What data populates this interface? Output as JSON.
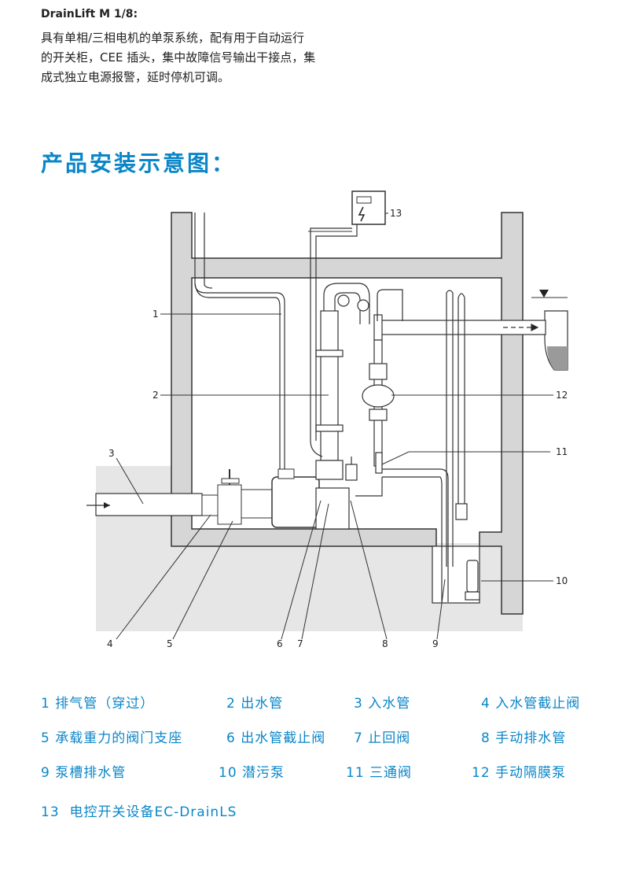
{
  "header": {
    "model": "DrainLift M 1/8:",
    "description_lines": [
      "具有单相/三相电机的单泵系统，配有用于自动运行",
      "的开关柜，CEE 插头，集中故障信号输出干接点，集",
      "成式独立电源报警，延时停机可调。"
    ]
  },
  "section_title": "产品安装示意图：",
  "diagram": {
    "callouts": [
      "1",
      "2",
      "3",
      "4",
      "5",
      "6",
      "7",
      "8",
      "9",
      "10",
      "11",
      "12",
      "13"
    ]
  },
  "legend": [
    {
      "num": "1",
      "label": "排气管（穿过）"
    },
    {
      "num": "2",
      "label": "出水管"
    },
    {
      "num": "3",
      "label": "入水管"
    },
    {
      "num": "4",
      "label": "入水管截止阀"
    },
    {
      "num": "5",
      "label": "承载重力的阀门支座"
    },
    {
      "num": "6",
      "label": "出水管截止阀"
    },
    {
      "num": "7",
      "label": "止回阀"
    },
    {
      "num": "8",
      "label": "手动排水管"
    },
    {
      "num": "9",
      "label": "泵槽排水管"
    },
    {
      "num": "10",
      "label": "潜污泵"
    },
    {
      "num": "11",
      "label": "三通阀"
    },
    {
      "num": "12",
      "label": "手动隔膜泵"
    },
    {
      "num": "13",
      "label": "电控开关设备EC-DrainLS"
    }
  ],
  "colors": {
    "accent": "#0a86c8",
    "wall": "#d6d6d6",
    "ground": "#e6e6e6",
    "water": "#9a9a9a"
  }
}
